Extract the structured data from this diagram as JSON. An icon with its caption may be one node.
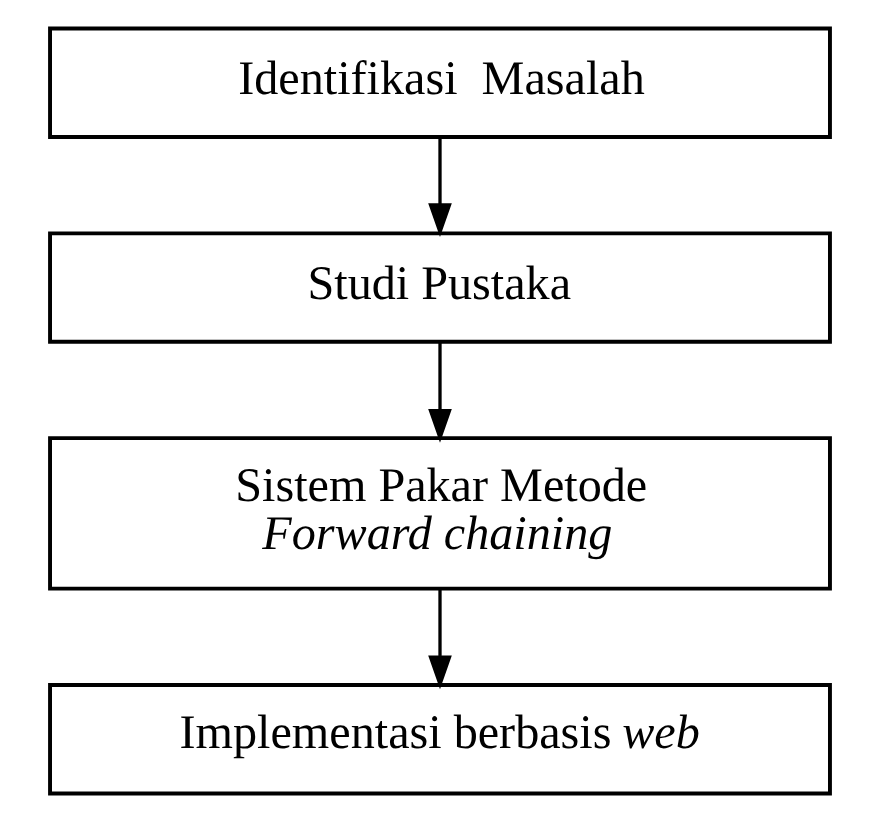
{
  "diagram": {
    "nodes": [
      {
        "text": [
          "Identifikasi  Masalah"
        ]
      },
      {
        "text": [
          "Studi Pustaka"
        ]
      },
      {
        "text": [
          "Sistem Pakar Metode *Forward chaining*"
        ]
      },
      {
        "text": [
          "Implementasi berbasis *web*"
        ]
      }
    ],
    "edges": [
      {
        "from": 0,
        "to": 1,
        "arrow": "to"
      },
      {
        "from": 1,
        "to": 2,
        "arrow": "to"
      },
      {
        "from": 2,
        "to": 3,
        "arrow": "to"
      }
    ]
  }
}
